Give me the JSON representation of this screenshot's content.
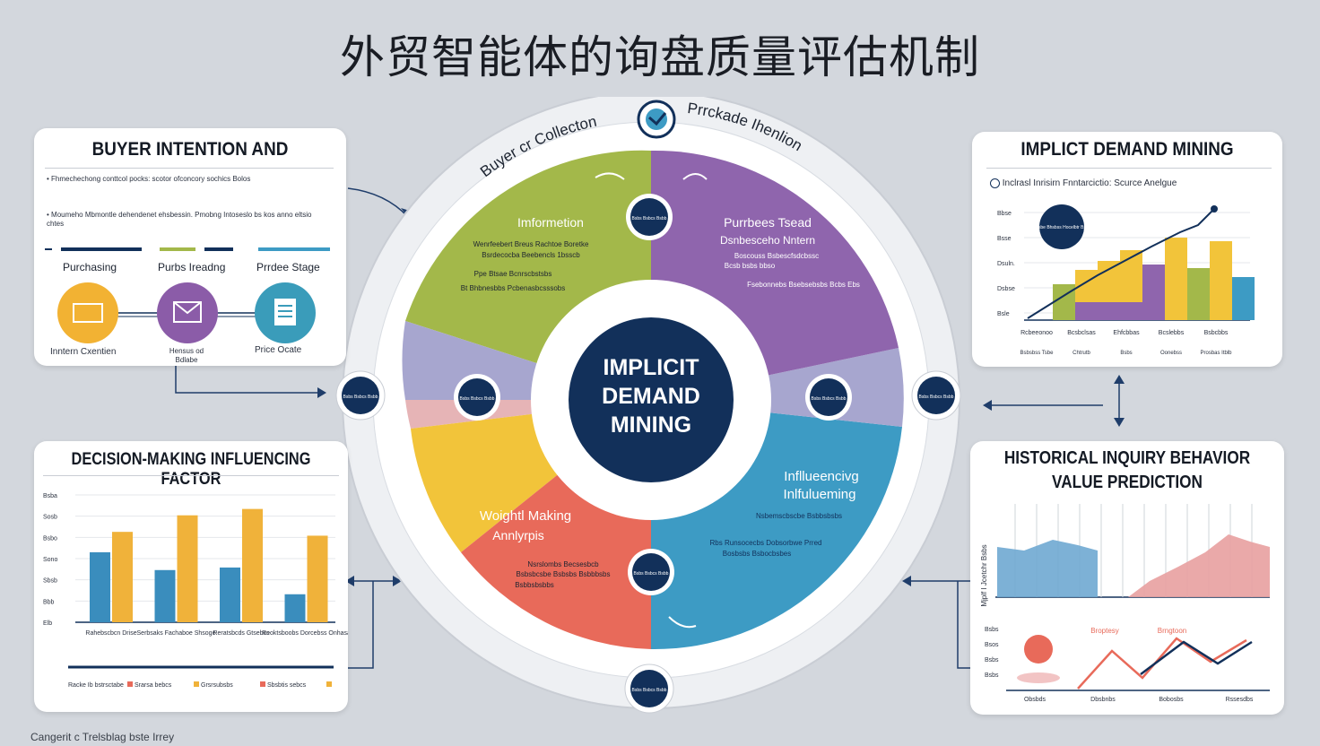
{
  "title": "外贸智能体的询盘质量评估机制",
  "footer": "Cangerit c Trelsblag bste Irrey",
  "left_top": {
    "title": "BUYER INTENTION  AND",
    "bullets": [
      "Fhmechechong conttcol pocks: scotor ofconcory sochics Bolos",
      "Moumeho Mbmontle dehendenet ehsbessin. Pmobng Intoseslo bs kos anno eltsio chtes"
    ],
    "stages": [
      "Purchasing",
      "Purbs Ireadng",
      "Prrdee Stage"
    ],
    "captions": [
      "Inntern Cxentien",
      "Hensus od Bdlabe",
      "Price Ocate"
    ],
    "colors": [
      "#f2b233",
      "#8b5ca8",
      "#3a9cba"
    ]
  },
  "left_bottom": {
    "title": "DECISION-MAKING INFLUENCING FACTOR",
    "y_ticks": [
      "Bsba",
      "Sosb",
      "Bsbo",
      "Sono",
      "Sbsb",
      "Bbb",
      "Elb"
    ],
    "categories": [
      "Rahebscbcn Drise",
      "Serbsaks Fachaboe Shsoge",
      "Reratsbcds Gtsebcs",
      "Reoktsboobs Dorcebss Onhasa"
    ],
    "legend": [
      "Racke Ib bstrsctabe",
      "Srarsa bebcs",
      "Grsrsubsbs",
      "Sbsbtis sebcs"
    ],
    "series_colors": [
      "#3a8dbd",
      "#f0b23a"
    ],
    "bars": [
      [
        0.55,
        0.71
      ],
      [
        0.41,
        0.84
      ],
      [
        0.43,
        0.89
      ],
      [
        0.22,
        0.68
      ]
    ]
  },
  "right_top": {
    "title": "IMPLICT DEMAND MINING",
    "subtitle": "Inclrasl Inrisirn Fnntarcictio: Scurce Anelgue",
    "y_ticks": [
      "Bbse",
      "Bsse",
      "Dsuln.",
      "Dsbse",
      "Bsle"
    ],
    "x_labels": [
      "Rcbeeonoo",
      "Bcsbclsas",
      "Ehfcbbas",
      "Bcslebbs",
      "Bsbcbbs"
    ],
    "sub_labels": [
      "Bsbsbss Tsbe",
      "Chtrutb",
      "Bsbs",
      "Oonebss",
      "Prosbas Itblb"
    ],
    "bubble_text": "Bsbcsbe Bhsbss Hocelbtr Bsbcss"
  },
  "right_bottom": {
    "title_line1": "HISTORICAL INQUIRY BEHAVIOR",
    "title_line2": "VALUE PREDICTION",
    "y_axis_label": "Mjplf I Jcetchr Bsbs",
    "legend": [
      "Broptesy",
      "Brngtoon"
    ],
    "y_ticks": [
      "Bsbs",
      "Bsos",
      "Bsbs",
      "Bsbs"
    ],
    "x_labels": [
      "Obsbds",
      "Dbsbnbs",
      "Bobosbs",
      "Rssesdbs"
    ]
  },
  "center": {
    "title_line1": "IMPLICIT",
    "title_line2": "DEMAND",
    "title_line3": "MINING",
    "ring_left": "Buyer cr Collecton",
    "ring_right": "Prrckade Ihenlion",
    "quadrants": {
      "green": {
        "title": "Imformetion",
        "lines": [
          "Wenrfeebert Breus Rachtoe Boretke",
          "Bsrdecocba Beebencls 1bsscb",
          "Ppe Btsae Bcnrscbstsbs",
          "Bt Bhbnesbbs Pcbenasbcsssobs"
        ]
      },
      "purple": {
        "title": "Purrbees Tsead",
        "subtitle": "Dsnbesceho Nntern",
        "lines": [
          "Boscouss Bsbescfsdcbssc",
          "Bcsb bsbs bbso",
          "Fsebonnebs Bsebsebsbs Bcbs Ebs"
        ]
      },
      "blue": {
        "title": "Infllueencivg",
        "subtitle": "Inlfulueming",
        "lines": [
          "Nsbemscbscbe Bsbbsbsbs",
          "Rbs Runsocecbs Dobsorbwe Prred",
          "Bosbsbs Bsbocbsbes"
        ]
      },
      "red": {
        "title": "Woightl Making",
        "subtitle": "Annlyrpis",
        "lines": [
          "Nsrslombs Becsesbcb",
          "Bsbsbcsbe Bsbsbs Bsbbbsbs",
          "Bsbbsbsbbs"
        ]
      }
    },
    "node_text": "Bsbs Bsbcs Bsbb"
  },
  "colors": {
    "navy": "#12305a",
    "green": "#a3b84a",
    "purple": "#8f65ad",
    "blue": "#3d9bc4",
    "red": "#e86a5a",
    "yellow": "#f2c43a",
    "lavender": "#a7a6cf"
  }
}
